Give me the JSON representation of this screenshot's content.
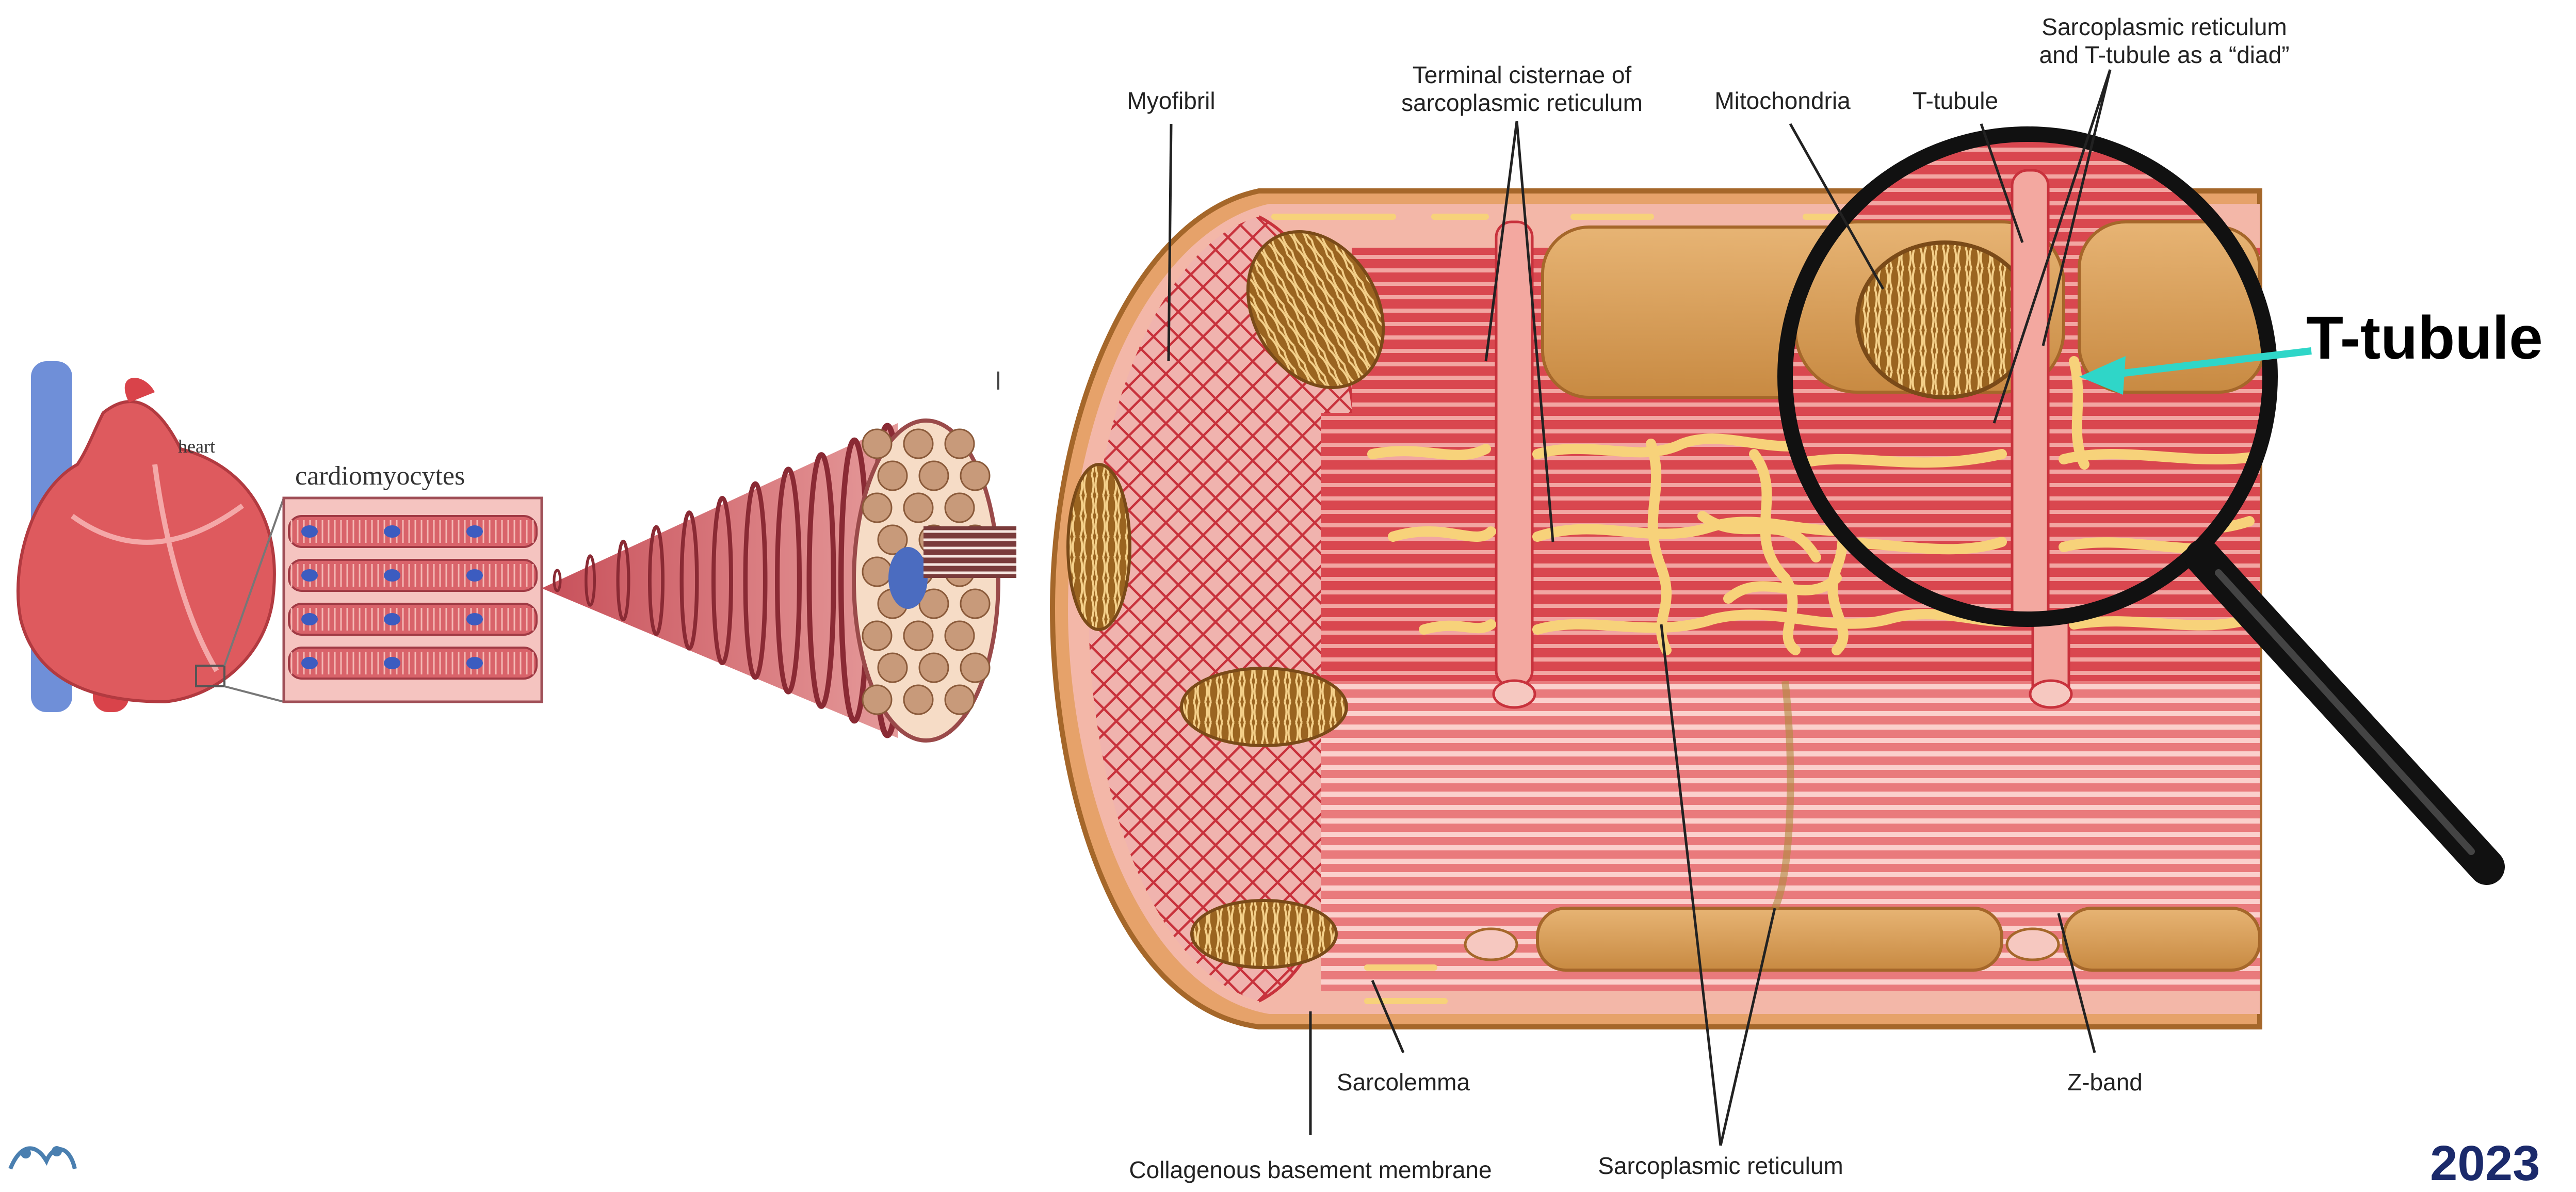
{
  "labels": {
    "heart": "heart",
    "cardiomyocytes": "cardiomyocytes",
    "myofibril": "Myofibril",
    "terminal_cisternae_1": "Terminal cisternae of",
    "terminal_cisternae_2": "sarcoplasmic reticulum",
    "mitochondria": "Mitochondria",
    "t_tubule_small": "T-tubule",
    "diad_1": "Sarcoplasmic reticulum",
    "diad_2": "and T-tubule as a “diad”",
    "t_tubule_big": "T-tubule",
    "sarcolemma": "Sarcolemma",
    "z_band": "Z-band",
    "collagenous": "Collagenous basement membrane",
    "sarcoplasmic_reticulum": "Sarcoplasmic reticulum",
    "footer_year": "2023"
  },
  "colors": {
    "muscle_red": "#c8323c",
    "muscle_light": "#f2b8b0",
    "mitochondria_tan": "#b07a2e",
    "reticulum_yellow": "#f7d27a",
    "sarcolemma_brown": "#a5672a",
    "arrow_teal": "#2fd6c8",
    "heart_red": "#d9434a",
    "vessel_blue": "#6f8fd8"
  },
  "icons": {
    "magnifier": "magnifying-glass-icon",
    "logo": "university-logo-icon"
  }
}
